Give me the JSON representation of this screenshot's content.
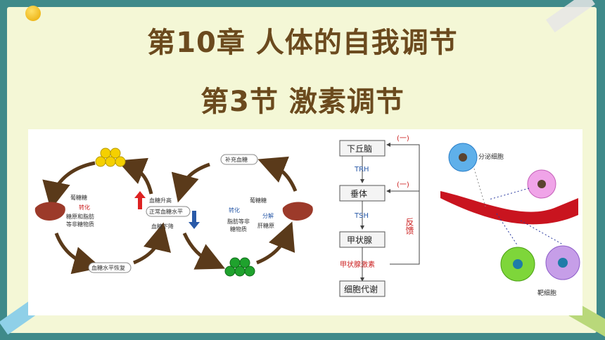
{
  "title_line1": "第10章 人体的自我调节",
  "title_line2": "第3节 激素调节",
  "left_diagram": {
    "top_left_labels": [
      "葡糖糖",
      "转化",
      "糖原和脂肪",
      "等非糖物质"
    ],
    "bottom_left": "血糖水平恢复",
    "center_up": "血糖升高",
    "center_box": "正常血糖水平",
    "center_down": "血糖下降",
    "top_right_box": "补充血糖",
    "right_labels": [
      "葡糖糖",
      "转化",
      "分解",
      "脂肪等非",
      "糖物质",
      "肝糖原"
    ]
  },
  "flow": {
    "boxes": [
      "下丘脑",
      "垂体",
      "甲状腺",
      "细胞代谢"
    ],
    "hormones": [
      "TRH",
      "TSH",
      "甲状腺激素"
    ],
    "neg1": "(一)",
    "neg2": "(一)",
    "feedback": "反馈"
  },
  "cell_diagram": {
    "secreting": "分泌细胞",
    "target": "靶细胞"
  }
}
